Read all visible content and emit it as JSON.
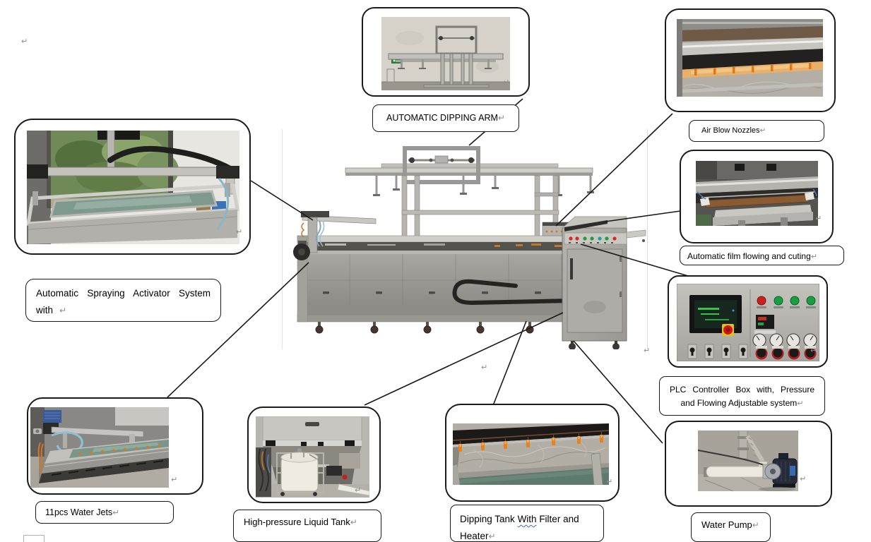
{
  "document": {
    "kind": "machine parts diagram figure",
    "background": "#ffffff"
  },
  "marks": {
    "pilcrow": "↵"
  },
  "colors": {
    "frame_border": "#1a1a1a",
    "leader_line": "#1a1a1a",
    "pilcrow_gray": "#8c8c8c",
    "grammar_squiggle_blue": "#3a6bc4",
    "nozzle_orange": "#e8821e",
    "water_green": "#6e8a7c",
    "steel_gray": "#a5a39d"
  },
  "labels": {
    "dipping_arm": "AUTOMATIC DIPPING ARM",
    "air_blow": "Air Blow Nozzles",
    "film_cut": "Automatic film flowing and cuting",
    "plc_line1": "PLC Controller Box with, Pressure",
    "plc_line2": "and Flowing Adjustable system",
    "water_pump": "Water Pump",
    "spray_line1": "Automatic Spraying Activator System",
    "spray_line2": "with",
    "water_jets": "11pcs Water Jets",
    "hp_tank": "High-pressure Liquid Tank",
    "dip_tank_part1": "Dipping Tank ",
    "dip_tank_word_underlined": "With",
    "dip_tank_part2": " Filter and",
    "dip_tank_line2": "Heater"
  }
}
